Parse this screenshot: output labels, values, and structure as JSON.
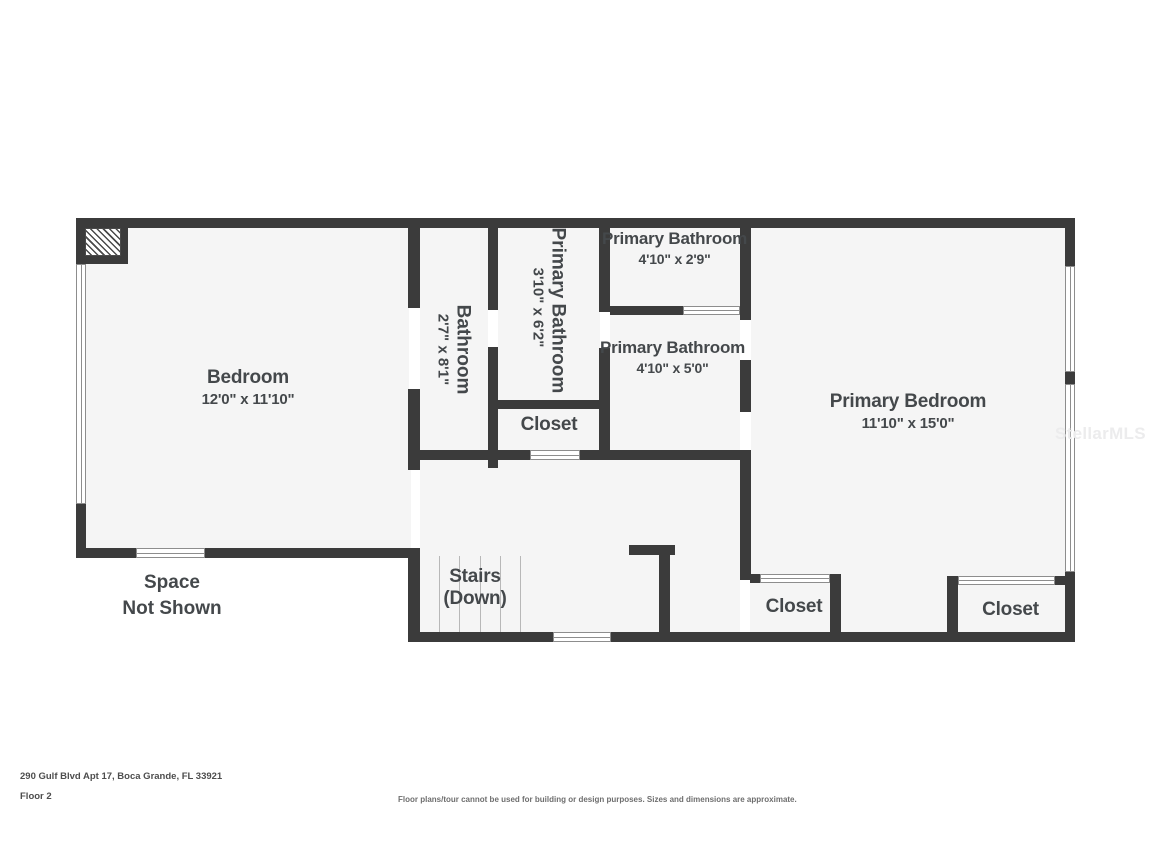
{
  "document": {
    "type": "floor-plan",
    "address": "290 Gulf Blvd Apt 17, Boca Grande, FL 33921",
    "floor": "Floor 2",
    "disclaimer": "Floor plans/tour cannot be used for building or design purposes. Sizes and dimensions are approximate.",
    "watermark": "StellarMLS",
    "background_color": "#ffffff",
    "wall_color": "#3b3b3b",
    "room_fill_color": "#f5f5f5",
    "label_color": "#44484b"
  },
  "rooms": [
    {
      "id": "bedroom",
      "name": "Bedroom",
      "dimensions": "12'0\" x 11'10\""
    },
    {
      "id": "bathroom",
      "name": "Bathroom",
      "dimensions": "2'7\" x 8'1\"",
      "orientation": "vertical"
    },
    {
      "id": "primary-bathroom-center",
      "name": "Primary Bathroom",
      "dimensions": "3'10\" x 6'2\"",
      "orientation": "vertical"
    },
    {
      "id": "primary-bathroom-upper",
      "name": "Primary Bathroom",
      "dimensions": "4'10\" x 2'9\""
    },
    {
      "id": "primary-bathroom-lower",
      "name": "Primary Bathroom",
      "dimensions": "4'10\" x 5'0\""
    },
    {
      "id": "closet-center",
      "name": "Closet",
      "dimensions": ""
    },
    {
      "id": "primary-bedroom",
      "name": "Primary Bedroom",
      "dimensions": "11'10\" x 15'0\""
    },
    {
      "id": "closet-left-lower",
      "name": "Closet",
      "dimensions": ""
    },
    {
      "id": "closet-right-lower",
      "name": "Closet",
      "dimensions": ""
    },
    {
      "id": "stairs",
      "name": "Stairs",
      "dimensions": "(Down)"
    }
  ],
  "annotations": {
    "space_not_shown_line1": "Space",
    "space_not_shown_line2": "Not Shown"
  }
}
